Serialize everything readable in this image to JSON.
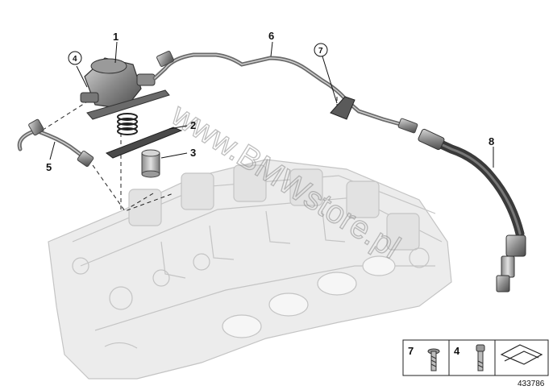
{
  "callouts": {
    "c1": "1",
    "c2": "2",
    "c3": "3",
    "c4": "4",
    "c5": "5",
    "c6": "6",
    "c7": "7",
    "c8": "8"
  },
  "watermark": "www.BMWstore.pl",
  "legend": {
    "item_a": "7",
    "item_b": "4"
  },
  "diagram_number": "433786",
  "icons": [
    "screw-icon",
    "bolt-icon",
    "direction-arrow-icon"
  ]
}
